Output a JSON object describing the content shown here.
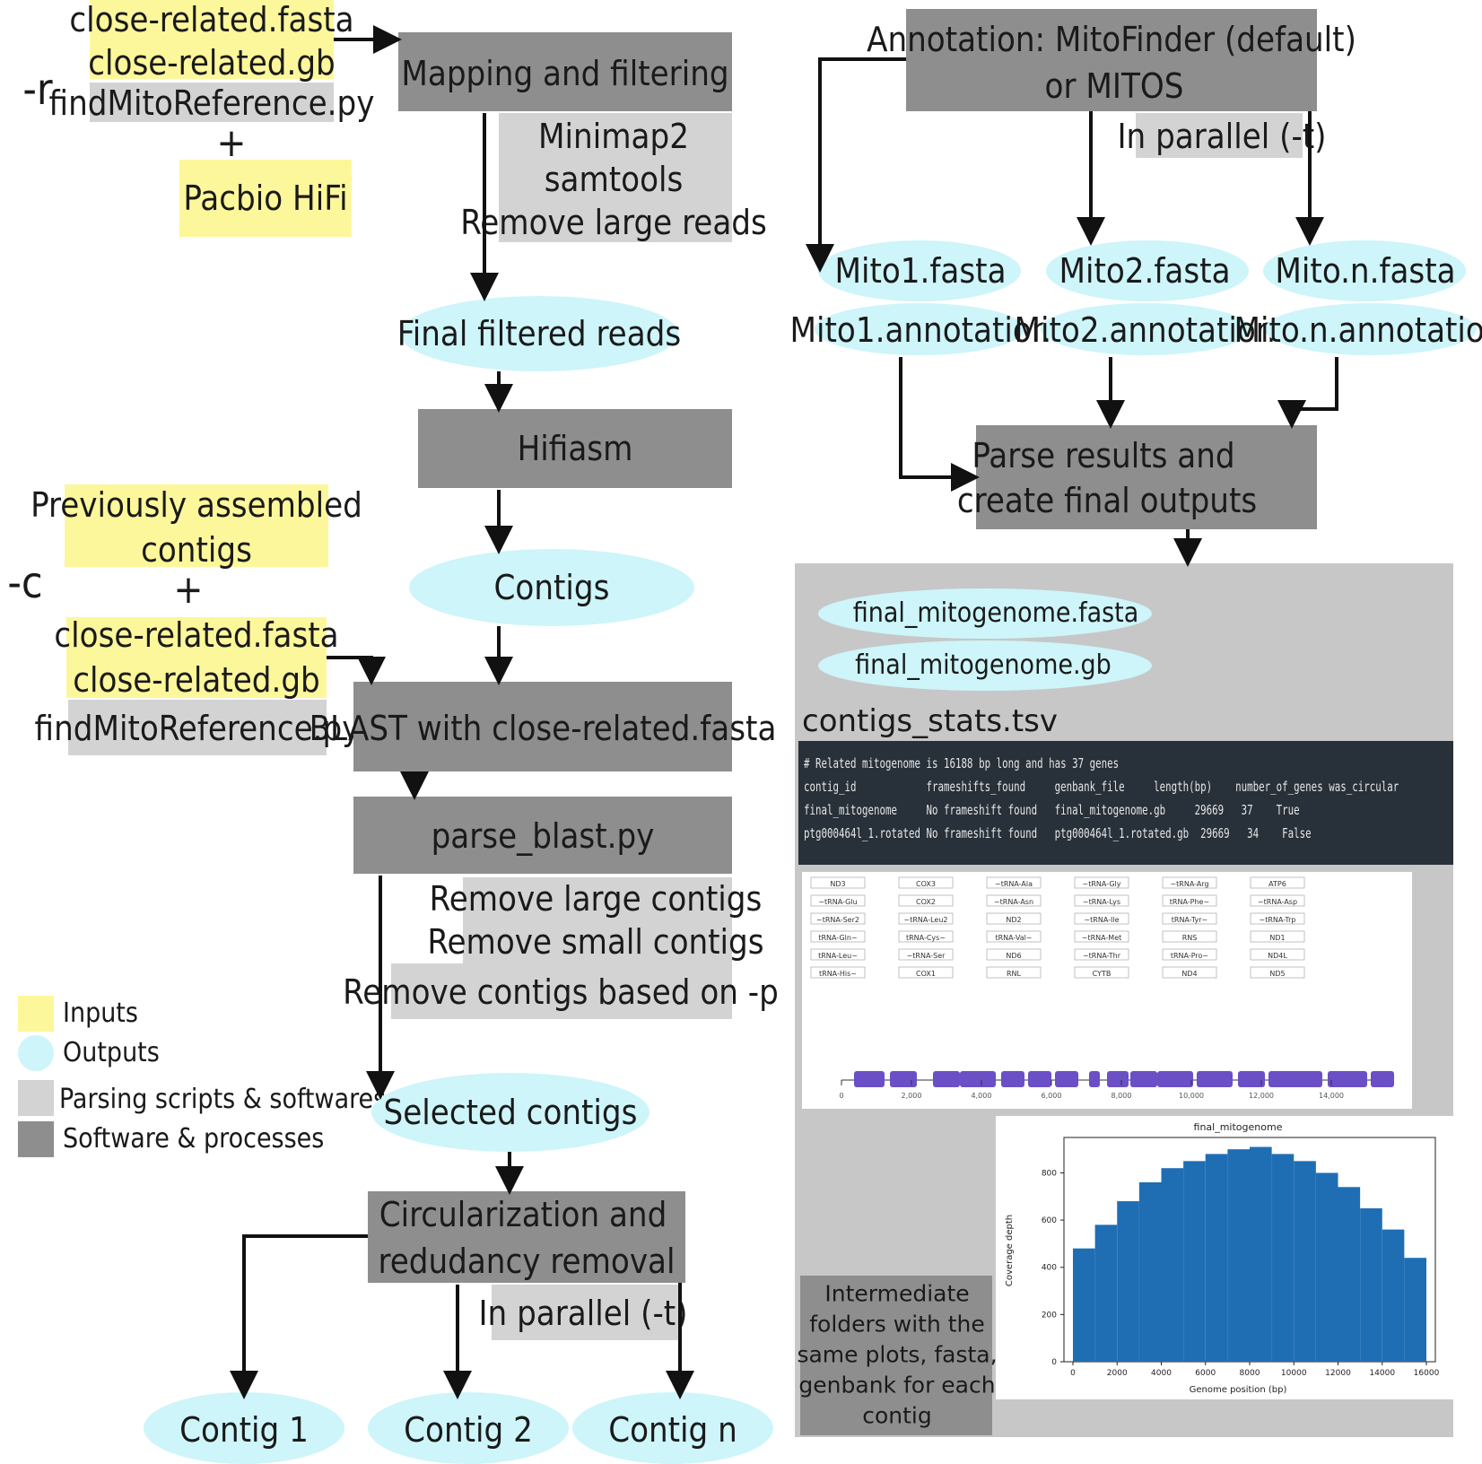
{
  "flags": {
    "r": "-r",
    "c": "-c"
  },
  "inputs_r": {
    "fasta": "close-related.fasta",
    "gb": "close-related.gb",
    "script": "findMitoReference.py",
    "plus": "+",
    "hifi": "Pacbio HiFi"
  },
  "inputs_c": {
    "prev1": "Previously assembled",
    "prev2": "contigs",
    "plus": "+",
    "fasta": "close-related.fasta",
    "gb": "close-related.gb",
    "script": "findMitoReference.py"
  },
  "left_flow": {
    "mapping": "Mapping and filtering",
    "mapping_tools": [
      "Minimap2",
      "samtools",
      "Remove large reads"
    ],
    "final_reads": "Final filtered reads",
    "hifiasm": "Hifiasm",
    "contigs": "Contigs",
    "blast": "BLAST with close-related.fasta",
    "parse_blast": "parse_blast.py",
    "parse_steps": [
      "Remove large contigs",
      "Remove small contigs",
      "Remove contigs based on -p"
    ],
    "selected": "Selected contigs",
    "circ1": "Circularization and",
    "circ2": "redudancy removal",
    "parallel": "In parallel (-t)",
    "contig_outputs": [
      "Contig 1",
      "Contig 2",
      "Contig n"
    ]
  },
  "legend": [
    {
      "label": "Inputs",
      "color": "#fdf79b"
    },
    {
      "label": "Outputs",
      "color": "#cdf5fa"
    },
    {
      "label": "Parsing scripts & softwares",
      "color": "#d3d3d3"
    },
    {
      "label": "Software & processes",
      "color": "#8e8e8e"
    }
  ],
  "right_flow": {
    "annot1": "Annotation: MitoFinder (default)",
    "annot2": "or MITOS",
    "parallel": "In parallel (-t)",
    "mito_fasta": [
      "Mito1.fasta",
      "Mito2.fasta",
      "Mito.n.fasta"
    ],
    "mito_annot": [
      "Mito1.annotation",
      "Mito2.annotation",
      "Mito.n.annotation"
    ],
    "parse1": "Parse results and",
    "parse2": "create final outputs",
    "final_fasta": "final_mitogenome.fasta",
    "final_gb": "final_mitogenome.gb",
    "stats_label": "contigs_stats.tsv",
    "stats_lines": [
      "# Related mitogenome is 16188 bp long and has 37 genes",
      "contig_id            frameshifts_found     genbank_file     length(bp)    number_of_genes was_circular",
      "final_mitogenome     No frameshift found   final_mitogenome.gb     29669   37    True",
      "ptg000464l_1.rotated No frameshift found   ptg000464l_1.rotated.gb  29669   34    False"
    ],
    "intermediate": [
      "Intermediate",
      "folders with the",
      "same plots, fasta,",
      "genbank for each",
      "contig"
    ]
  },
  "gene_map": {
    "labels": [
      "ND3",
      "COX3",
      "~tRNA-Ala",
      "~tRNA-Gly",
      "~tRNA-Arg",
      "ATP6",
      "~tRNA-Glu",
      "COX2",
      "~tRNA-Asn",
      "~tRNA-Lys",
      "tRNA-Phe~",
      "~tRNA-Asp",
      "~tRNA-Ser2",
      "~tRNA-Leu2",
      "ND2",
      "~tRNA-Ile",
      "tRNA-Tyr~",
      "~tRNA-Trp",
      "tRNA-Gln~",
      "tRNA-Cys~",
      "tRNA-Val~",
      "~tRNA-Met",
      "RNS",
      "ND1",
      "tRNA-Leu~",
      "~tRNA-Ser",
      "ND6",
      "~tRNA-Thr",
      "tRNA-Pro~",
      "ND4L",
      "tRNA-His~",
      "COX1",
      "RNL",
      "CYTB",
      "ND4",
      "ND5"
    ],
    "ticks": [
      "0",
      "2,000",
      "4,000",
      "6,000",
      "8,000",
      "10,000",
      "12,000",
      "14,000"
    ]
  },
  "coverage_chart": {
    "type": "bar",
    "title": "final_mitogenome",
    "xlabel": "Genome position (bp)",
    "ylabel": "Coverage depth",
    "xlim": [
      0,
      16000
    ],
    "ylim": [
      0,
      950
    ],
    "xticks": [
      0,
      2000,
      4000,
      6000,
      8000,
      10000,
      12000,
      14000,
      16000
    ],
    "yticks": [
      0,
      200,
      400,
      600,
      800
    ],
    "x": [
      0,
      1000,
      2000,
      3000,
      4000,
      5000,
      6000,
      7000,
      8000,
      9000,
      10000,
      11000,
      12000,
      13000,
      14000,
      15000
    ],
    "values": [
      480,
      580,
      680,
      760,
      820,
      850,
      880,
      900,
      910,
      880,
      850,
      800,
      740,
      650,
      560,
      440
    ],
    "color": "#1f6eb4"
  }
}
